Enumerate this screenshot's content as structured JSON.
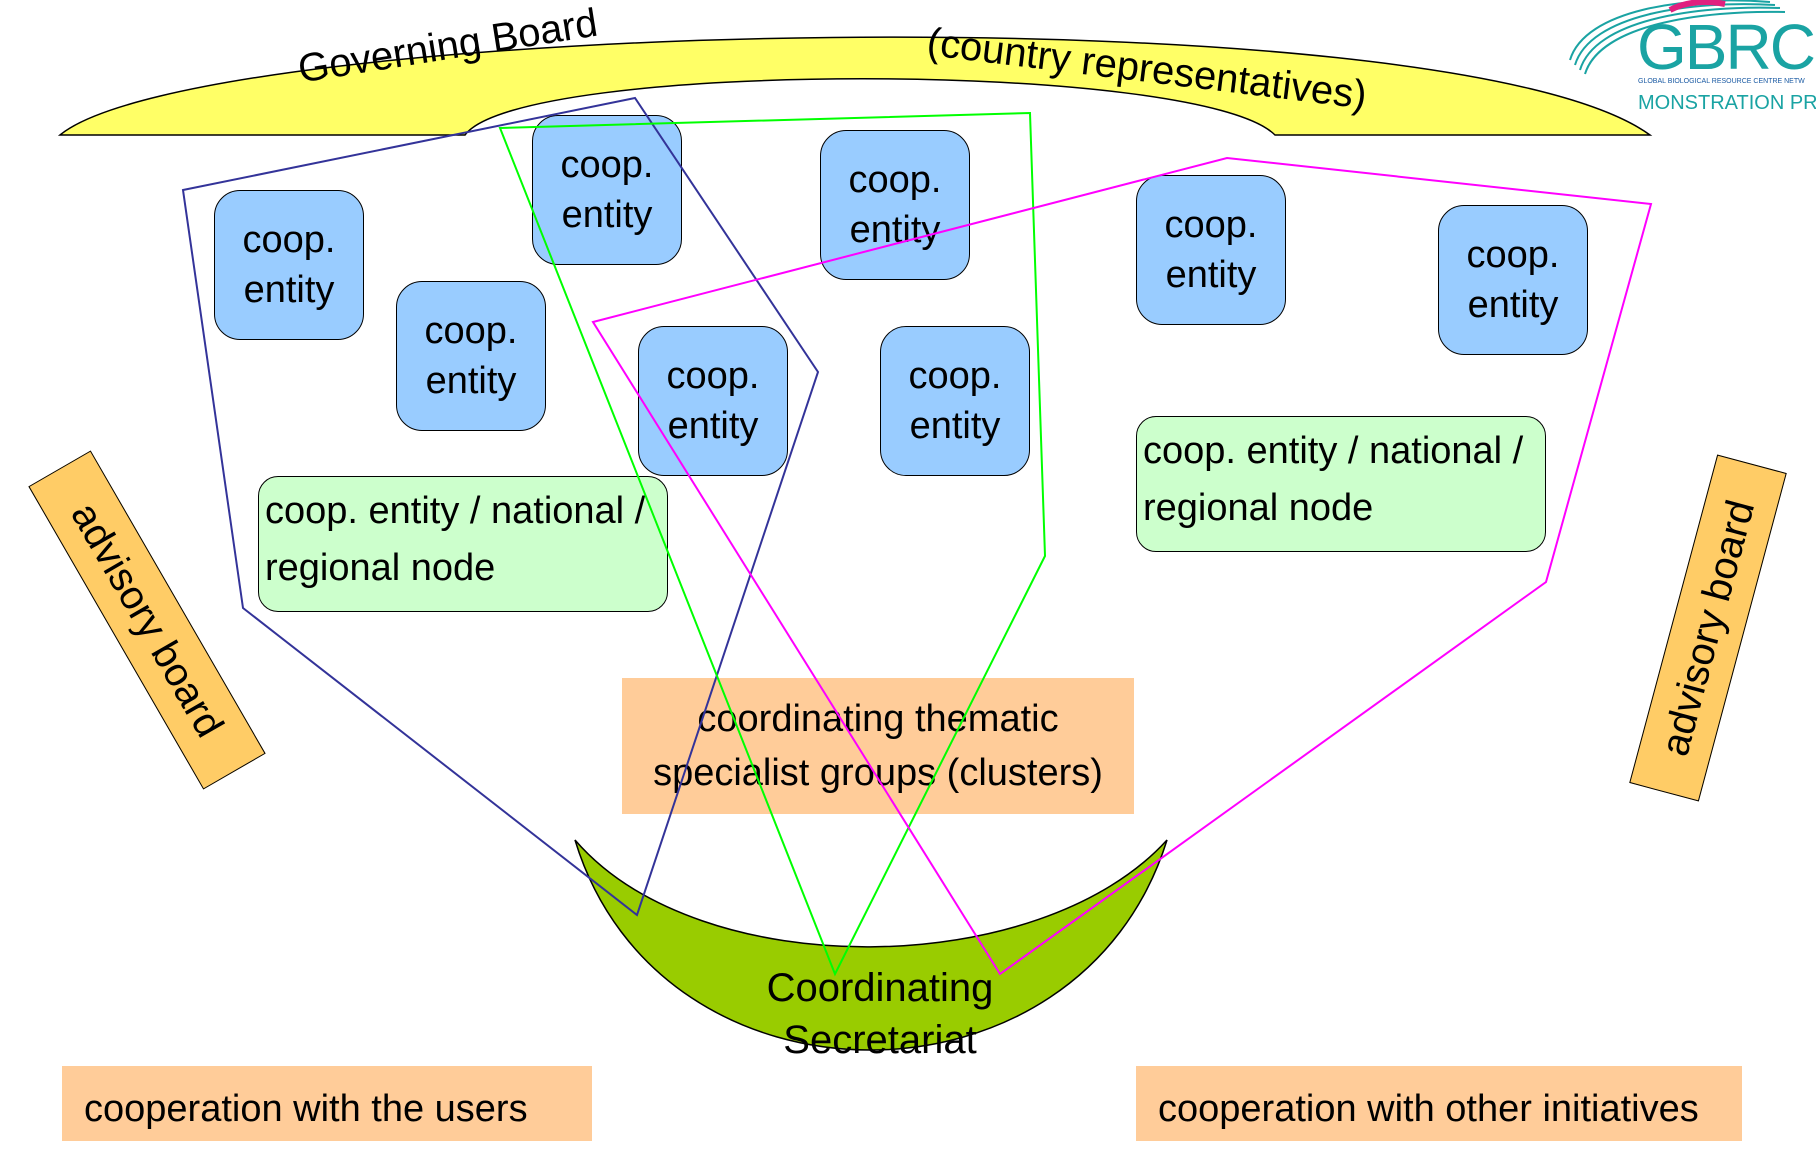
{
  "governing_board": {
    "title": "Governing Board",
    "subtitle": "(country representatives)"
  },
  "logo": {
    "letters": "GBRCN",
    "tagline": "GLOBAL BIOLOGICAL RESOURCE CENTRE NETW",
    "sub": "MONSTRATION PRO",
    "color": "#1aa3a3"
  },
  "coop_entity": {
    "line1": "coop.",
    "line2": "entity"
  },
  "nodes": {
    "left": {
      "line1": "coop. entity / national /",
      "line2": "regional node"
    },
    "right": {
      "line1": "coop. entity / national /",
      "line2": "regional node"
    }
  },
  "advisory": {
    "left": "advisory board",
    "right": "advisory board"
  },
  "clusters": {
    "line1": "coordinating thematic",
    "line2": "specialist groups (clusters)"
  },
  "secretariat": {
    "line1": "Coordinating",
    "line2": "Secretariat",
    "color": "#99cc00"
  },
  "cooperation": {
    "users": "cooperation with the users",
    "initiatives": "cooperation with other initiatives"
  },
  "colors": {
    "board": "#ffff66",
    "coop": "#99ccff",
    "node": "#ccffcc",
    "orange": "#ffcc99",
    "advisory": "#ffcc66",
    "outline_navy": "#333399",
    "outline_green": "#00ff00",
    "outline_magenta": "#ff00ff"
  }
}
